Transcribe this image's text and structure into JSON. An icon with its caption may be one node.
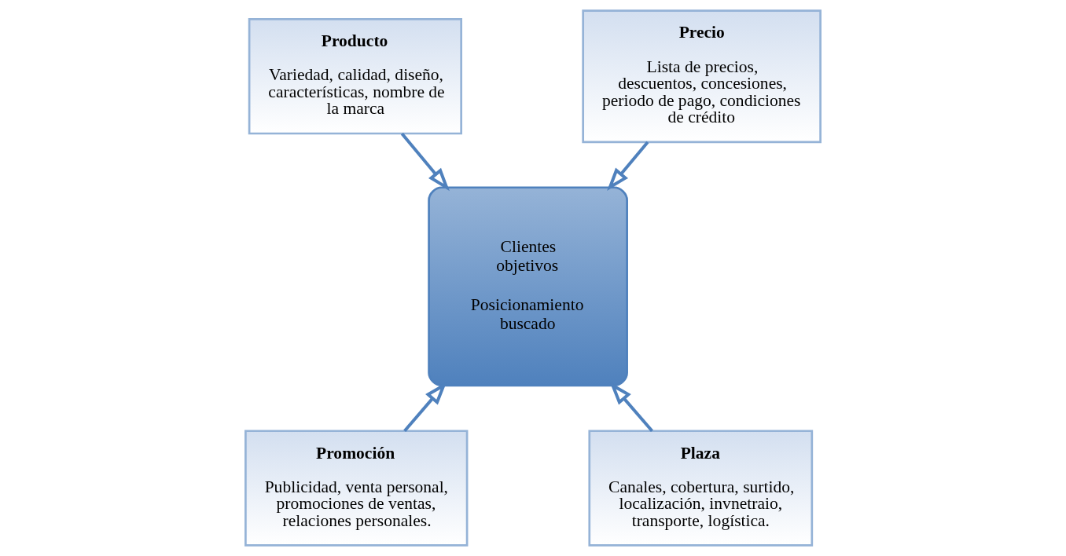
{
  "diagram": {
    "nodes": [
      {
        "text": [
          "Producto",
          "Variedad, calidad, diseño, características, nombre de la marca"
        ]
      },
      {
        "text": [
          "Precio",
          "Lista de precios, descuentos, concesiones, periodo de pago, condiciones de crédito"
        ]
      },
      {
        "text": [
          "Clientes objetivos",
          "Posicionamiento buscado"
        ]
      },
      {
        "text": [
          "Promoción",
          "Publicidad, venta personal, promociones de ventas, relaciones personales."
        ]
      },
      {
        "text": [
          "Plaza",
          "Canales, cobertura, surtido, localización, invnetraio, transporte, logística."
        ]
      }
    ],
    "edges": [
      {
        "from": 0,
        "to": 2,
        "arrow": "to"
      },
      {
        "from": 1,
        "to": 2,
        "arrow": "to"
      },
      {
        "from": 3,
        "to": 2,
        "arrow": "to"
      },
      {
        "from": 4,
        "to": 2,
        "arrow": "to"
      }
    ]
  }
}
